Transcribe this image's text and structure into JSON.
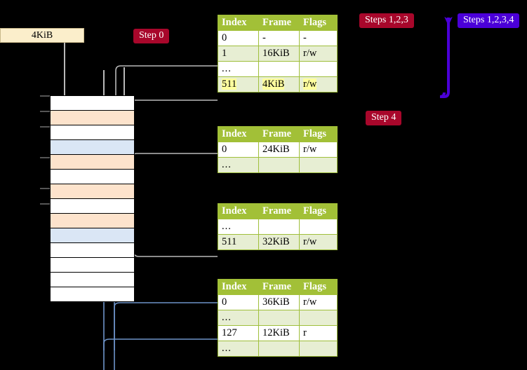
{
  "diagram": {
    "title_badges": [
      {
        "name": "step-0",
        "label": "Step 0",
        "color": "#a8072b"
      },
      {
        "name": "steps-123",
        "label": "Steps 1,2,3",
        "color": "#a8072b"
      },
      {
        "name": "steps-1234",
        "label": "Steps 1,2,3,4",
        "color": "#4b00d8"
      },
      {
        "name": "step-4",
        "label": "Step 4",
        "color": "#a8072b"
      }
    ],
    "memory_label": "4KiB",
    "colors": {
      "header_green": "#a2c037",
      "row_alt_green": "#e7eed3",
      "highlight_yellow": "#ffff9e",
      "frame_orange": "#fde3cc",
      "frame_blue": "#dae6f5",
      "kib_box_fill": "#fbeecb",
      "crimson_badge": "#a8072b",
      "purple_badge": "#4b00d8",
      "gray_wire": "#b9b9b9",
      "blue_wire": "#6d93c8",
      "purple_wire": "#4b00d8",
      "background": "#000000"
    },
    "memory_blocks": [
      {
        "index": 0,
        "fill": "white"
      },
      {
        "index": 1,
        "fill": "orange"
      },
      {
        "index": 2,
        "fill": "white"
      },
      {
        "index": 3,
        "fill": "blue"
      },
      {
        "index": 4,
        "fill": "orange"
      },
      {
        "index": 5,
        "fill": "white"
      },
      {
        "index": 6,
        "fill": "orange"
      },
      {
        "index": 7,
        "fill": "white"
      },
      {
        "index": 8,
        "fill": "orange"
      },
      {
        "index": 9,
        "fill": "blue"
      },
      {
        "index": 10,
        "fill": "white"
      },
      {
        "index": 11,
        "fill": "white"
      },
      {
        "index": 12,
        "fill": "white"
      },
      {
        "index": 13,
        "fill": "white"
      }
    ],
    "columns": [
      "Index",
      "Frame",
      "Flags"
    ],
    "tables": [
      {
        "name": "page-table-level-1",
        "rows": [
          {
            "index": "0",
            "frame": "-",
            "flags": "-",
            "alt": false,
            "highlight": false
          },
          {
            "index": "1",
            "frame": "16KiB",
            "flags": "r/w",
            "alt": true,
            "highlight": false
          },
          {
            "index": "...",
            "frame": "",
            "flags": "",
            "alt": false,
            "highlight": false
          },
          {
            "index": "511",
            "frame": "4KiB",
            "flags": "r/w",
            "alt": true,
            "highlight": true
          }
        ]
      },
      {
        "name": "page-table-level-2",
        "rows": [
          {
            "index": "0",
            "frame": "24KiB",
            "flags": "r/w",
            "alt": false,
            "highlight": false
          },
          {
            "index": "...",
            "frame": "",
            "flags": "",
            "alt": true,
            "highlight": false
          }
        ]
      },
      {
        "name": "page-table-level-3",
        "rows": [
          {
            "index": "...",
            "frame": "",
            "flags": "",
            "alt": false,
            "highlight": false
          },
          {
            "index": "511",
            "frame": "32KiB",
            "flags": "r/w",
            "alt": true,
            "highlight": false
          }
        ]
      },
      {
        "name": "page-table-level-4",
        "rows": [
          {
            "index": "0",
            "frame": "36KiB",
            "flags": "r/w",
            "alt": false,
            "highlight": false
          },
          {
            "index": "...",
            "frame": "",
            "flags": "",
            "alt": true,
            "highlight": false
          },
          {
            "index": "127",
            "frame": "12KiB",
            "flags": "r",
            "alt": false,
            "highlight": false
          },
          {
            "index": "...",
            "frame": "",
            "flags": "",
            "alt": true,
            "highlight": false
          }
        ]
      }
    ]
  }
}
